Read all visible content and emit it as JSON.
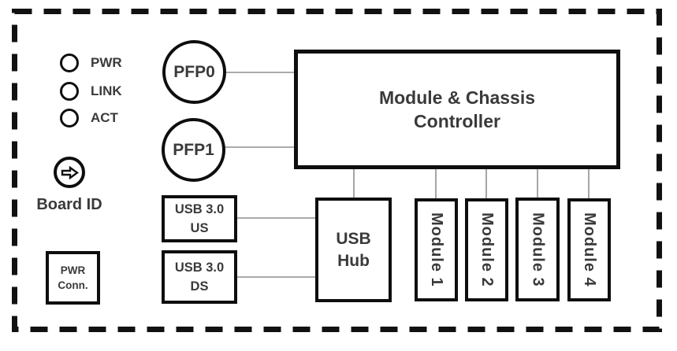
{
  "diagram": {
    "leds": [
      {
        "label": "PWR"
      },
      {
        "label": "LINK"
      },
      {
        "label": "ACT"
      }
    ],
    "board_id": {
      "line1": "Board",
      "line2": "ID"
    },
    "pwr_conn": {
      "line1": "PWR",
      "line2": "Conn."
    },
    "pfps": [
      {
        "label": "PFP0"
      },
      {
        "label": "PFP1"
      }
    ],
    "controller": {
      "line1": "Module & Chassis",
      "line2": "Controller"
    },
    "usb_upstream": {
      "line1": "USB 3.0",
      "line2": "US"
    },
    "usb_downstream": {
      "line1": "USB 3.0",
      "line2": "DS"
    },
    "usb_hub": {
      "line1": "USB",
      "line2": "Hub"
    },
    "modules": [
      {
        "label": "Module 1"
      },
      {
        "label": "Module 2"
      },
      {
        "label": "Module 3"
      },
      {
        "label": "Module 4"
      }
    ],
    "colors": {
      "border": "#0e0e0e",
      "text": "#3a3a3a",
      "connector": "#8f8f8f",
      "background": "#ffffff"
    }
  }
}
